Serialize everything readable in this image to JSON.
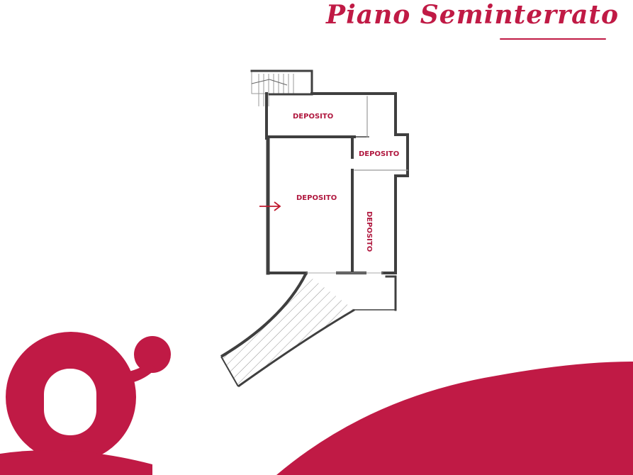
{
  "title": "Piano Seminterrato",
  "rooms": [
    {
      "label": "DEPOSITO"
    },
    {
      "label": "DEPOSITO"
    },
    {
      "label": "DEPOSITO"
    },
    {
      "label": "DEPOSITO"
    }
  ],
  "colors": {
    "brand": "#c01a45",
    "label": "#b0183f",
    "wall": "#444444",
    "entry_arrow": "#c0182e"
  },
  "icons": {
    "logo": "g-logo-icon",
    "entrance": "entry-arrow-icon",
    "stairs": "stairs-icon"
  }
}
